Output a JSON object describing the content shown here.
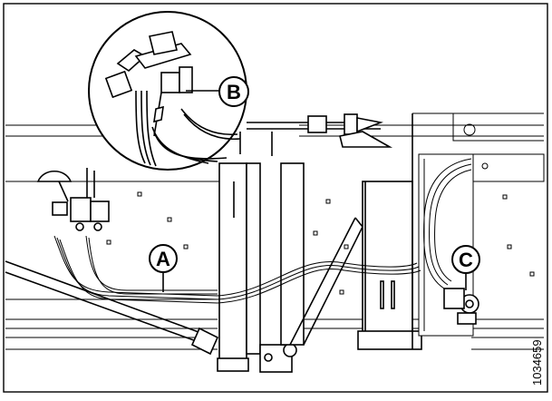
{
  "callouts": {
    "a": "A",
    "b": "B",
    "c": "C"
  },
  "figure_id": "1034659",
  "colors": {
    "line": "#000000",
    "background": "#ffffff"
  }
}
